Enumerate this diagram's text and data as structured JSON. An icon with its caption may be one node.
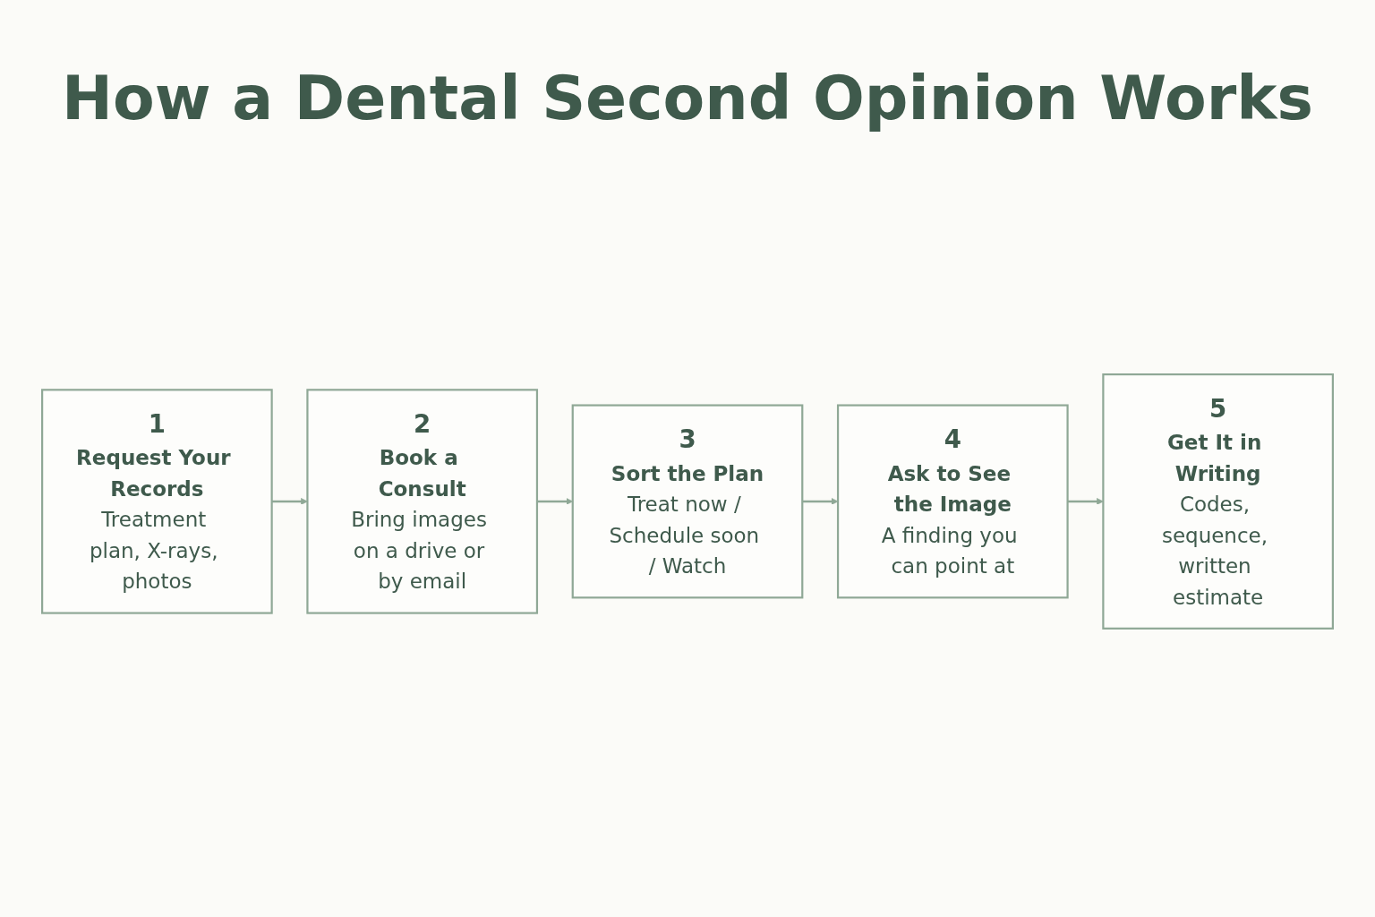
{
  "diagram": {
    "title": "How a Dental Second Opinion Works",
    "nodes": [
      {
        "text": [
          "1",
          "Request Your Records",
          "Treatment plan, X-rays, photos"
        ]
      },
      {
        "text": [
          "2",
          "Book a Consult",
          "Bring images on a drive or by email"
        ]
      },
      {
        "text": [
          "3",
          "Sort the Plan",
          "Treat now / Schedule soon / Watch"
        ]
      },
      {
        "text": [
          "4",
          "Ask to See the Image",
          "A finding you can point at"
        ]
      },
      {
        "text": [
          "5",
          "Get It in Writing",
          "Codes, sequence, written estimate"
        ]
      }
    ],
    "edges": [
      {
        "from": 0,
        "to": 1,
        "arrow": "to"
      },
      {
        "from": 1,
        "to": 2,
        "arrow": "to"
      },
      {
        "from": 2,
        "to": 3,
        "arrow": "to"
      },
      {
        "from": 3,
        "to": 4,
        "arrow": "to"
      }
    ]
  }
}
